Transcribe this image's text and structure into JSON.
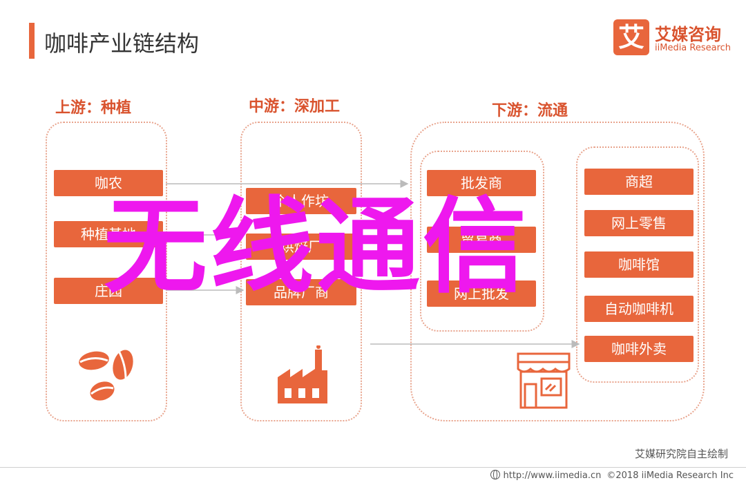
{
  "header": {
    "title": "咖啡产业链结构",
    "logo_mark": "艾",
    "logo_cn": "艾媒咨询",
    "logo_en": "iiMedia Research"
  },
  "diagram": {
    "upstream": {
      "title": "上游：种植",
      "nodes": [
        "咖农",
        "种植基地",
        "庄园"
      ]
    },
    "midstream": {
      "title": "中游：深加工",
      "nodes": [
        "个人作坊",
        "烘焙厂",
        "品牌厂商"
      ]
    },
    "downstream": {
      "title": "下游：流通",
      "wholesale_nodes": [
        "批发商",
        "贸易商",
        "网上批发"
      ],
      "retail_nodes": [
        "商超",
        "网上零售",
        "咖啡馆",
        "自动咖啡机",
        "咖啡外卖"
      ]
    }
  },
  "overlay_text": "无线通信",
  "source": "艾媒研究院自主绘制",
  "footer": {
    "url": "http://www.iimedia.cn",
    "copyright": "©2018  iiMedia Research  Inc"
  },
  "colors": {
    "accent": "#e8663c",
    "accent_dark": "#d9532e",
    "panel_border": "#e8a38c",
    "overlay": "#ee18ee",
    "arrow": "#bbbbbb"
  },
  "icons": {
    "upstream": "coffee-beans-icon",
    "midstream": "factory-icon",
    "downstream": "store-icon"
  }
}
